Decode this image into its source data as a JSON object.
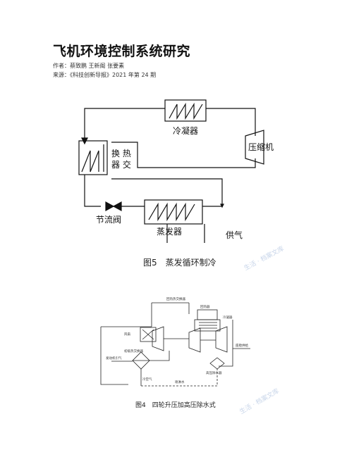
{
  "article": {
    "title": "飞机环境控制系统研究",
    "authors_line": "作者：蔡致鹏 王新阁 张要素",
    "source_line": "来源：《科技创新导报》2021 年第 24 期"
  },
  "figure5": {
    "caption": "图5　蒸发循环制冷",
    "labels": {
      "condenser": "冷凝器",
      "compressor": "压缩机",
      "heat_exchanger_1": "换 热",
      "heat_exchanger_2": "器 交",
      "throttle": "节流阀",
      "evaporator": "蒸发器",
      "supply_air": "供气"
    },
    "watermark": "生活 · 档案文库"
  },
  "figure4": {
    "caption": "图4　四轮升压加高压除水式",
    "labels": {
      "regen_hx": "回热热交换器",
      "reheater": "回热器",
      "condenser": "冷凝器",
      "fan": "风扇",
      "primary_hx": "初级热交换器",
      "engine_bleed": "发动机引气",
      "cold_air": "冷空气",
      "to_cabin": "座舱供给",
      "hp_separator": "高压除水器",
      "spray_water": "喷淋水"
    },
    "watermark": "生活 · 档案文库"
  }
}
